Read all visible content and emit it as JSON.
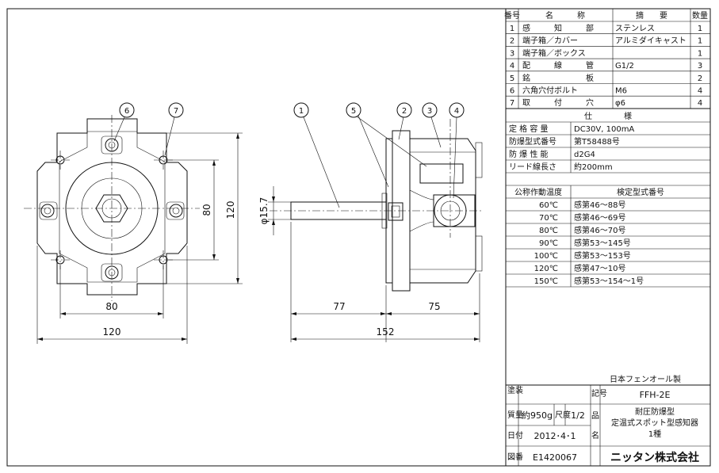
{
  "parts_table": {
    "headers": {
      "no": "番号",
      "name": "名　　　称",
      "spec": "摘　　要",
      "qty": "数量"
    },
    "rows": [
      {
        "no": "1",
        "name": "感　　　知　　　部",
        "spec": "ステンレス",
        "qty": "1"
      },
      {
        "no": "2",
        "name": "端子箱／カバー",
        "spec": "アルミダイキャスト",
        "qty": "1"
      },
      {
        "no": "3",
        "name": "端子箱／ボックス",
        "spec": "",
        "qty": "1"
      },
      {
        "no": "4",
        "name": "配　　　線　　　管",
        "spec": "G1/2",
        "qty": "3"
      },
      {
        "no": "5",
        "name": "銘　　　　　　　板",
        "spec": "",
        "qty": "2"
      },
      {
        "no": "6",
        "name": "六角穴付ボルト",
        "spec": "M6",
        "qty": "4"
      },
      {
        "no": "7",
        "name": "取　　　付　　　穴",
        "spec": "φ6",
        "qty": "4"
      }
    ]
  },
  "spec_table": {
    "title": "仕　　　　様",
    "rows": [
      {
        "label": "定 格 容 量",
        "value": "DC30V, 100mA"
      },
      {
        "label": "防爆型式番号",
        "value": "第T58488号"
      },
      {
        "label": "防 爆 性 能",
        "value": "d2G4"
      },
      {
        "label": "リード線長さ",
        "value": "約200mm"
      }
    ]
  },
  "temp_table": {
    "headers": {
      "temp": "公称作動温度",
      "model": "検定型式番号"
    },
    "rows": [
      {
        "temp": "60℃",
        "model": "感第46～88号"
      },
      {
        "temp": "70℃",
        "model": "感第46～69号"
      },
      {
        "temp": "80℃",
        "model": "感第46～70号"
      },
      {
        "temp": "90℃",
        "model": "感第53～145号"
      },
      {
        "temp": "100℃",
        "model": "感第53～153号"
      },
      {
        "temp": "120℃",
        "model": "感第47～10号"
      },
      {
        "temp": "150℃",
        "model": "感第53～154～1号"
      }
    ]
  },
  "title_block": {
    "manufacturer": "日本フェンオール製",
    "coating_label": "塗装",
    "mass_label": "質量",
    "mass_value": "約950g",
    "scale_label": "尺度",
    "scale_value": "1/2",
    "date_label": "日付",
    "date_value": "2012･4･1",
    "drawing_no_label": "図番",
    "drawing_no": "E1420067",
    "symbol_label": "記号",
    "model": "FFH-2E",
    "name_label_1": "品",
    "name_label_2": "名",
    "product_line1": "耐圧防爆型",
    "product_line2": "定温式スポット型感知器",
    "product_line3": "1種",
    "company": "ニッタン株式会社"
  },
  "drawing": {
    "front_view": {
      "dim_width_outer": "120",
      "dim_width_inner": "80",
      "dim_height_outer": "120",
      "dim_height_inner": "80"
    },
    "side_view": {
      "dim_probe_length": "77",
      "dim_body_length": "75",
      "dim_total_length": "152",
      "dim_probe_diameter": "φ15.7"
    },
    "callouts": [
      "1",
      "2",
      "3",
      "4",
      "5",
      "6",
      "7"
    ]
  }
}
